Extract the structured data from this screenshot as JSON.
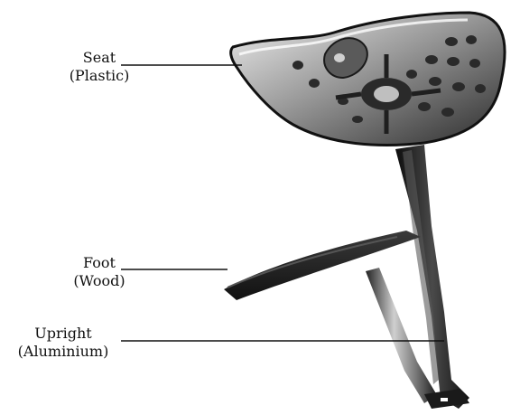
{
  "labels": {
    "seat": {
      "name": "Seat",
      "material": "(Plastic)"
    },
    "foot": {
      "name": "Foot",
      "material": "(Wood)"
    },
    "upright": {
      "name": "Upright",
      "material": "(Aluminium)"
    }
  },
  "colors": {
    "metal_dark": "#1a1a1a",
    "metal_mid": "#6b6b6b",
    "metal_light": "#d8d8d8",
    "wood": "#2a2a2a",
    "leader_line": "#111111"
  }
}
